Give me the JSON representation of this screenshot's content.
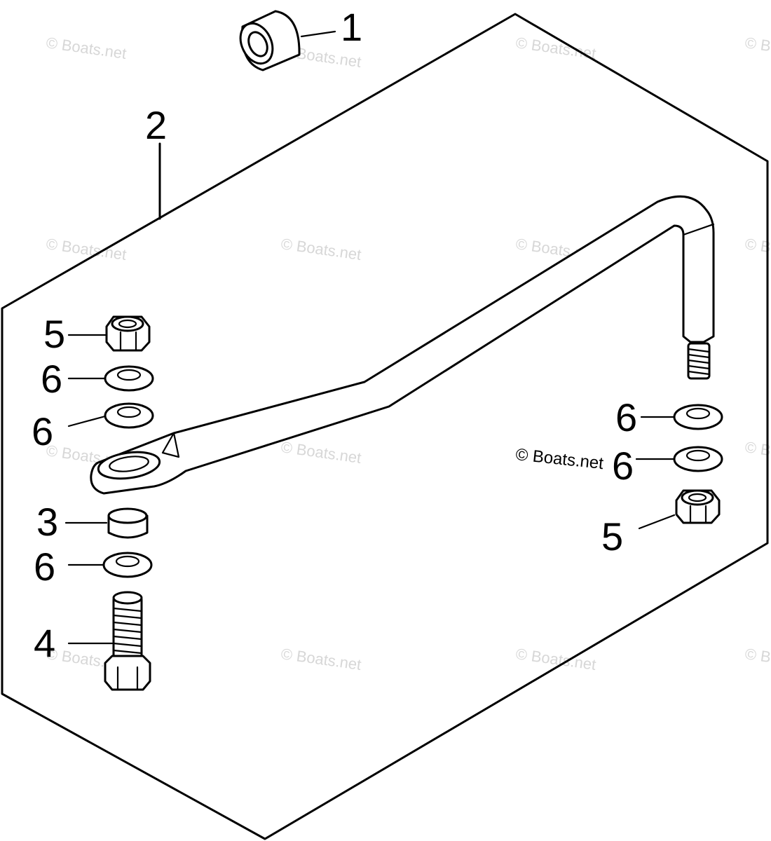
{
  "watermark_text": "© Boats.net",
  "copyright_text": "© Boats.net",
  "callouts": {
    "c1": "1",
    "c2": "2",
    "c3": "3",
    "c4": "4",
    "c5_left": "5",
    "c5_right": "5",
    "c6_left_a": "6",
    "c6_left_b": "6",
    "c6_left_c": "6",
    "c6_right_a": "6",
    "c6_right_b": "6"
  }
}
